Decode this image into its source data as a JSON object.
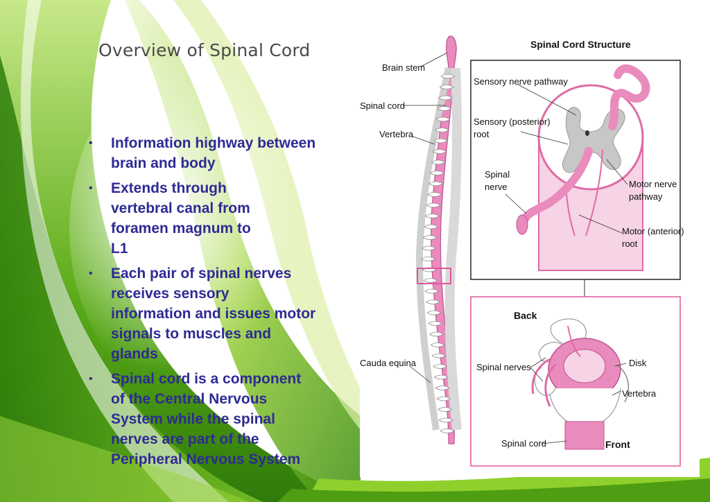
{
  "slide": {
    "title": "Overview of Spinal Cord",
    "bullet_glyph": "•",
    "bullets": [
      "Information highway between\nbrain and body",
      "Extends through\nvertebral canal from\nforamen magnum to\nL1",
      "Each pair of spinal nerves\nreceives sensory\ninformation and issues motor\nsignals to  muscles and\nglands",
      "Spinal cord is a component\nof the Central  Nervous\nSystem while the spinal\nnerves are  part of the\nPeripheral Nervous System"
    ]
  },
  "figure": {
    "spine_labels": {
      "brain_stem": "Brain stem",
      "spinal_cord": "Spinal cord",
      "vertebra": "Vertebra",
      "cauda_equina": "Cauda equina"
    },
    "structure_title": "Spinal Cord Structure",
    "structure_labels": {
      "sensory_nerve_pathway": "Sensory nerve pathway",
      "sensory_root_1": "Sensory (posterior)",
      "sensory_root_2": "root",
      "spinal_nerve_1": "Spinal",
      "spinal_nerve_2": "nerve",
      "motor_pathway_1": "Motor nerve",
      "motor_pathway_2": "pathway",
      "motor_root_1": "Motor (anterior)",
      "motor_root_2": "root"
    },
    "vertebra_labels": {
      "back": "Back",
      "spinal_nerves": "Spinal nerves",
      "disk": "Disk",
      "vertebra": "Vertebra",
      "spinal_cord": "Spinal cord",
      "front": "Front"
    },
    "colors": {
      "accent_pink": "#e0559a",
      "cord_pink": "#e98bbd",
      "title_text": "#2e2a94",
      "green_bg": "#63b51e"
    }
  }
}
